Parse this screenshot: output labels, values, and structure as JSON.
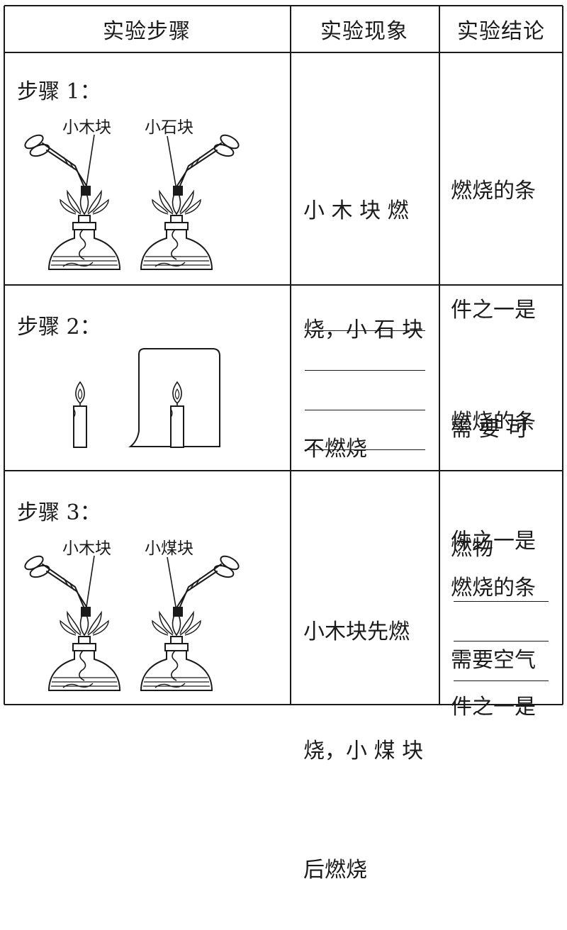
{
  "table": {
    "headers": [
      "实验步骤",
      "实验现象",
      "实验结论"
    ],
    "rows": [
      {
        "step_title": "步骤 1：",
        "labels": [
          "小木块",
          "小石块"
        ],
        "phenomenon_lines": [
          "小 木 块 燃",
          "烧，小 石 块",
          "不燃烧"
        ],
        "conclusion_lines": [
          "燃烧的条",
          "件之一是",
          "需 要 可",
          "燃物"
        ]
      },
      {
        "step_title": "步骤 2：",
        "phenomenon_blank_count": 4,
        "conclusion_lines": [
          "燃烧的条",
          "件之一是",
          "需要空气"
        ]
      },
      {
        "step_title": "步骤 3：",
        "labels": [
          "小木块",
          "小煤块"
        ],
        "phenomenon_lines": [
          "小木块先燃",
          "烧，小 煤 块",
          "后燃烧"
        ],
        "conclusion_lines": [
          "燃烧的条",
          "件之一是"
        ],
        "conclusion_blank_count": 3
      }
    ]
  },
  "colors": {
    "ink": "#1a1a1a",
    "paper": "#ffffff"
  },
  "icons": [
    "crucible-tongs-icon",
    "alcohol-lamp-icon",
    "candle-icon",
    "bell-jar-icon",
    "sample-block-icon"
  ]
}
